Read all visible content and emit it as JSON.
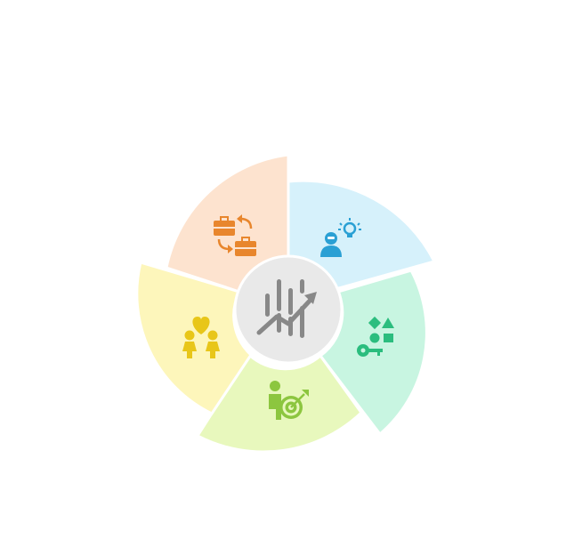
{
  "diagram": {
    "center": {
      "icon": "growth-chart-icon",
      "fill": "#e9e9e9",
      "icon_color": "#888888"
    },
    "segments": [
      {
        "name": "idea",
        "icon": "person-lightbulb-icon",
        "fill": "#d6f1fb",
        "icon_color": "#2aa0d4"
      },
      {
        "name": "solution",
        "icon": "key-shapes-icon",
        "fill": "#c8f5e1",
        "icon_color": "#2bbd7e"
      },
      {
        "name": "target",
        "icon": "person-target-icon",
        "fill": "#e8f8bd",
        "icon_color": "#8cc63f"
      },
      {
        "name": "relation",
        "icon": "couple-heart-icon",
        "fill": "#fdf6bb",
        "icon_color": "#e8c619"
      },
      {
        "name": "exchange",
        "icon": "briefcase-exchange-icon",
        "fill": "#fde3cf",
        "icon_color": "#e8862d"
      }
    ]
  }
}
